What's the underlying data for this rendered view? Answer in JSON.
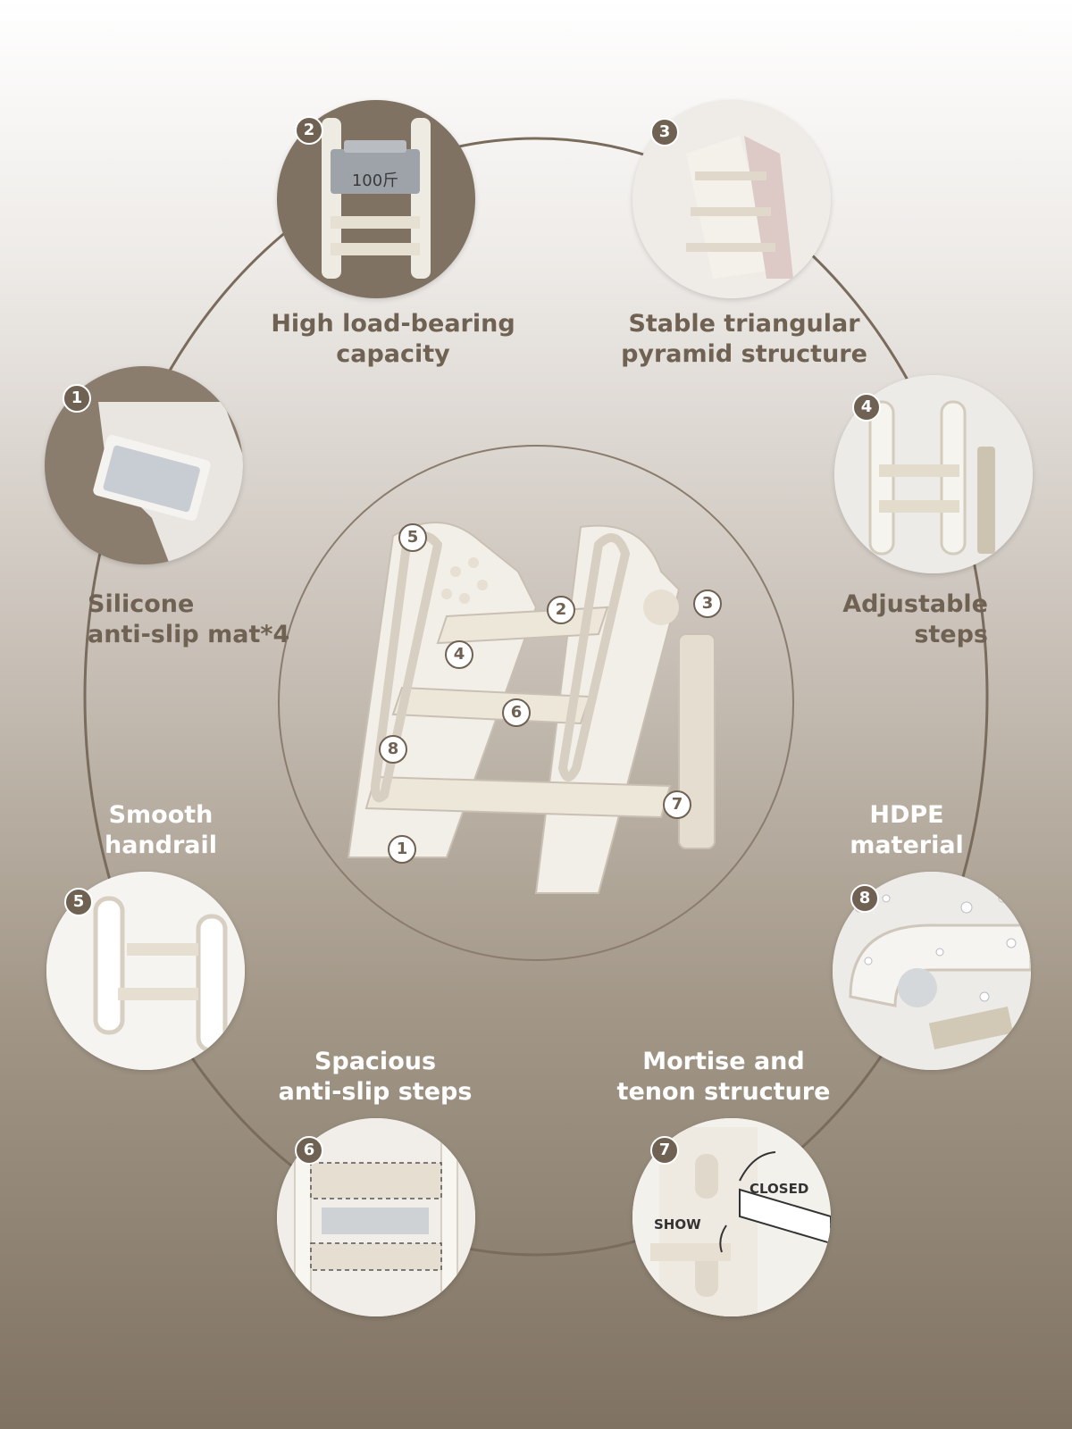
{
  "features": [
    {
      "num": "1",
      "lines": [
        "Silicone",
        "anti-slip mat*4"
      ]
    },
    {
      "num": "2",
      "lines": [
        "High load-bearing",
        "capacity"
      ]
    },
    {
      "num": "3",
      "lines": [
        "Stable triangular",
        "pyramid structure"
      ]
    },
    {
      "num": "4",
      "lines": [
        "Adjustable",
        "steps"
      ]
    },
    {
      "num": "5",
      "lines": [
        "Smooth",
        "handrail"
      ]
    },
    {
      "num": "6",
      "lines": [
        "Spacious",
        "anti-slip steps"
      ]
    },
    {
      "num": "7",
      "lines": [
        "Mortise and",
        "tenon structure"
      ]
    },
    {
      "num": "8",
      "lines": [
        "HDPE",
        "material"
      ]
    }
  ],
  "weight_label": "100斤",
  "tenon_tags": {
    "closed": "CLOSED",
    "show": "SHOW"
  },
  "colors": {
    "accent": "#6f6253",
    "ring": "#ffffff",
    "product": "#f2efe8"
  }
}
